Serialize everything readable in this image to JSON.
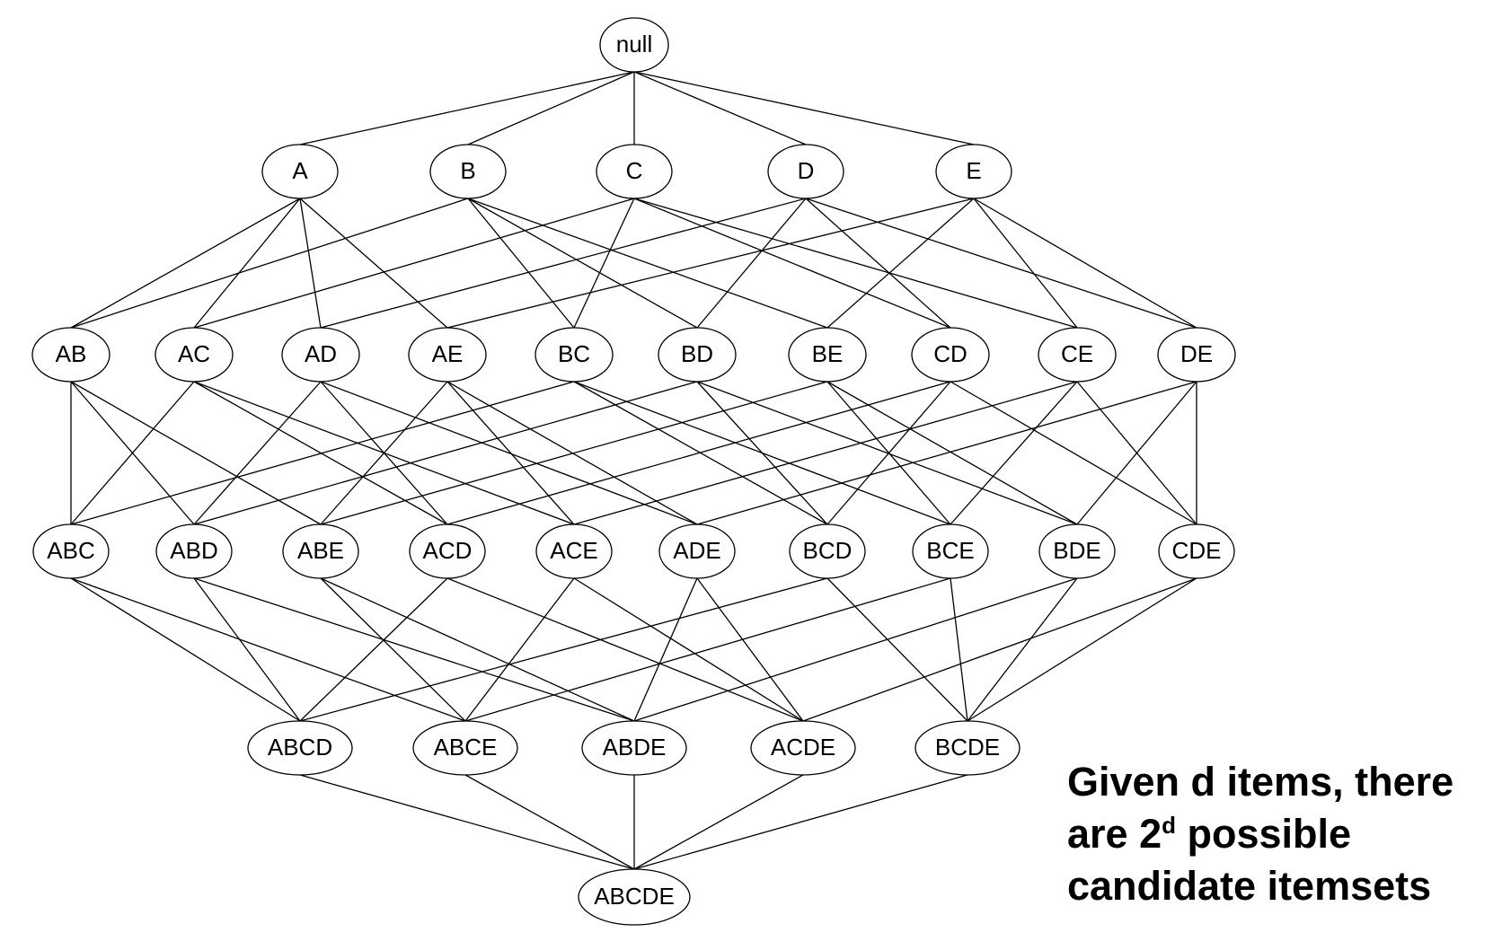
{
  "nodes": [
    "null",
    "A",
    "B",
    "C",
    "D",
    "E",
    "AB",
    "AC",
    "AD",
    "AE",
    "BC",
    "BD",
    "BE",
    "CD",
    "CE",
    "DE",
    "ABC",
    "ABD",
    "ABE",
    "ACD",
    "ACE",
    "ADE",
    "BCD",
    "BCE",
    "BDE",
    "CDE",
    "ABCD",
    "ABCE",
    "ABDE",
    "ACDE",
    "BCDE",
    "ABCDE"
  ],
  "caption": {
    "line1": "Given d items, there",
    "line2_prefix": "are 2",
    "line2_sup": "d",
    "line2_suffix": " possible",
    "line3": "candidate itemsets"
  }
}
